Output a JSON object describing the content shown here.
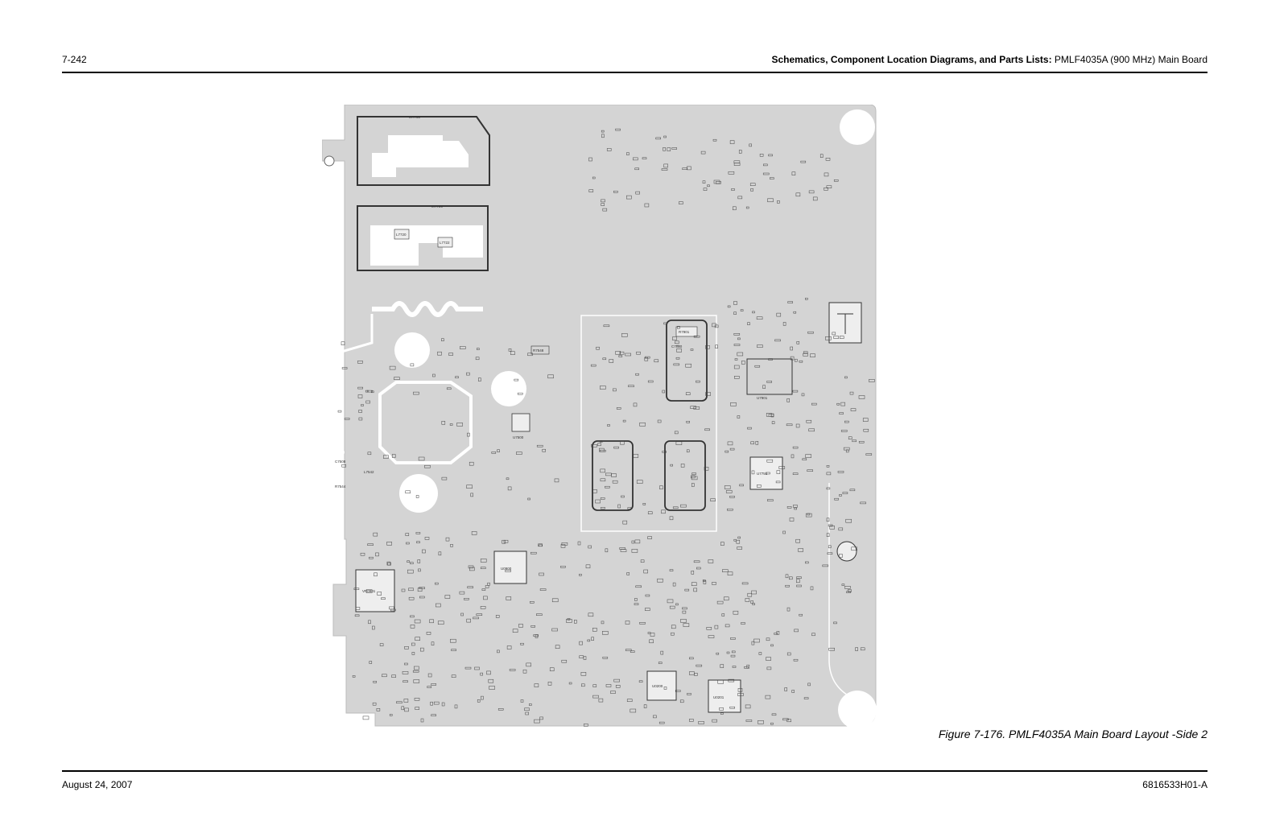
{
  "header": {
    "page_number": "7-242",
    "section_bold": "Schematics, Component Location Diagrams, and Parts Lists:",
    "section_rest": " PMLF4035A (900 MHz) Main Board"
  },
  "figure": {
    "caption": "Figure 7-176. PMLF4035A Main Board Layout -Side 2",
    "labels": {
      "mt730": "MT730",
      "mt720": "MT720",
      "r7901": "R7901",
      "u7901": "U7901",
      "u7751": "U7751",
      "u7500": "U7500",
      "vr0901": "VR0901",
      "u0900": "U0900",
      "u0200": "U0200",
      "u0201": "U0201",
      "l7722": "L7722",
      "l7720": "L7720",
      "r7548": "R7548",
      "c7508": "C7508",
      "l7542": "L7542",
      "r7544": "R7544",
      "c7510": "C7510",
      "c7740": "C7740"
    }
  },
  "footer": {
    "date": "August 24, 2007",
    "doc_number": "6816533H01-A"
  },
  "colors": {
    "board_fill": "#d4d4d4",
    "trace_white": "#ffffff",
    "rule": "#000000"
  }
}
